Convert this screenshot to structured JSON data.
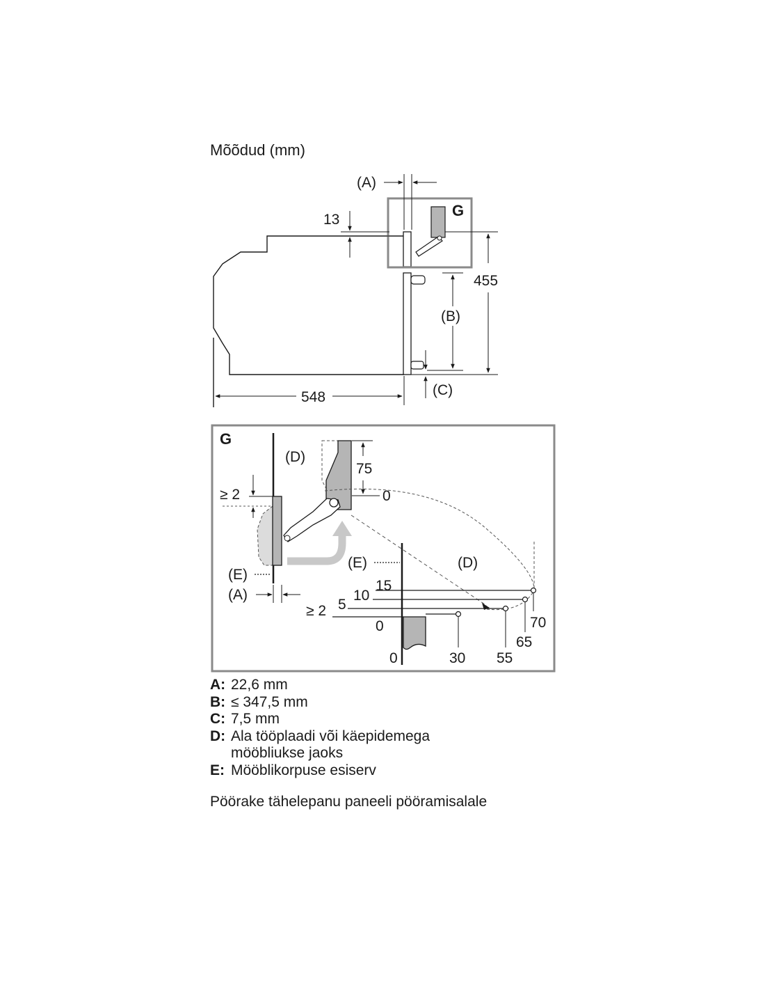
{
  "header": {
    "title": "Mõõdud (mm)"
  },
  "side_view": {
    "label_A": "(A)",
    "label_B": "(B)",
    "label_C": "(C)",
    "label_G": "G",
    "dim_13": "13",
    "dim_455": "455",
    "dim_548": "548"
  },
  "detail_G": {
    "label_G": "G",
    "label_D_top": "(D)",
    "label_D_right": "(D)",
    "label_E_left": "(E)",
    "label_E_right": "(E)",
    "label_A": "(A)",
    "dim_75": "75",
    "dim_0_top": "0",
    "dim_ge2_top": "≥ 2",
    "dim_ge2_bottom": "≥ 2",
    "y_ticks": [
      "15",
      "10",
      "5",
      "0"
    ],
    "x_ticks": [
      "0",
      "30",
      "55"
    ],
    "end_ticks": [
      "70",
      "65"
    ]
  },
  "legend": [
    {
      "key": "A:",
      "value": "22,6 mm"
    },
    {
      "key": "B:",
      "value": "≤ 347,5 mm"
    },
    {
      "key": "C:",
      "value": "7,5 mm"
    },
    {
      "key": "D:",
      "value": "Ala tööplaadi või käepidemega",
      "value2": "mööbliukse jaoks"
    },
    {
      "key": "E:",
      "value": "Mööblikorpuse esiserv"
    }
  ],
  "note": "Pöörake tähelepanu paneeli pööramisalale"
}
